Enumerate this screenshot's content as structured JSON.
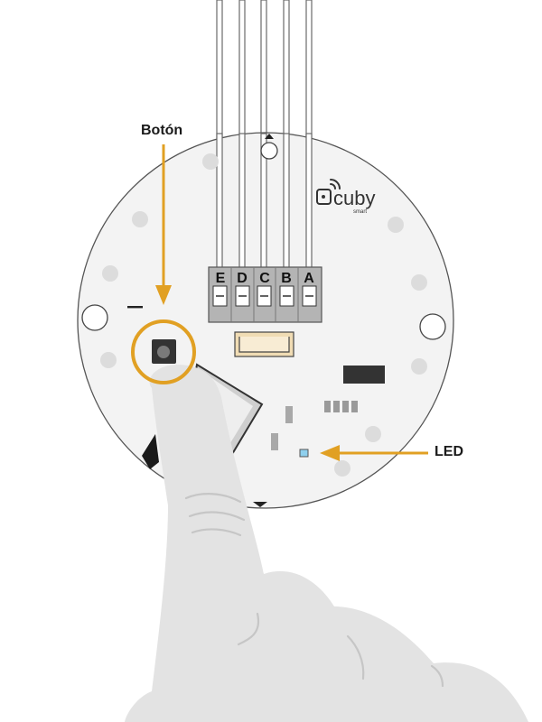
{
  "callouts": {
    "button": "Botón",
    "led": "LED"
  },
  "brand": {
    "name": "cuby",
    "tagline": "smart"
  },
  "terminal": {
    "pins": [
      "E",
      "D",
      "C",
      "B",
      "A"
    ]
  },
  "colors": {
    "accent": "#e1a023",
    "board": "#f3f3f3",
    "board_edge": "#555555",
    "terminal_block": "#b4b4b4",
    "led": "#8fd0ee",
    "hand": "#e3e3e3",
    "hand_line": "#c4c4c4",
    "component_dark": "#333333"
  },
  "icons": {
    "wifi": "wifi-signal-icon",
    "power": "power-plug-icon"
  }
}
